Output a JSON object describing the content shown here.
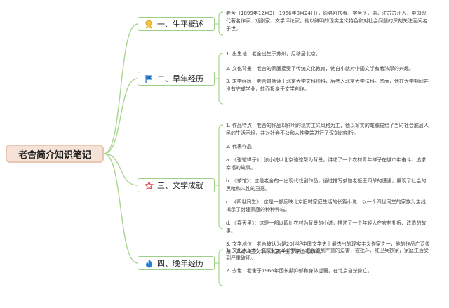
{
  "root": {
    "label": "老舍简介知识笔记"
  },
  "colors": {
    "branch": "#a8d590",
    "root_bg": "#f6e3d8",
    "root_border": "#e8c6b2"
  },
  "topics": [
    {
      "icon": "medal-icon",
      "label": "一、生平概述",
      "leaves": [
        "老舍（1899年12月3日-1966年8月24日），原名舒庆春，字舍予，男，江苏苏州人，中国现代著名作家、戏剧家、文学评论家。他以鲜明的现实主义特色和对社会问题的深刻关注而闻名于世。"
      ]
    },
    {
      "icon": "flag-icon",
      "label": "二、早年经历",
      "leaves": [
        "1. 出生地：老舍出生于苏州，后移居北京。",
        "2. 文化背景：老舍的家庭接受了传统文化教育，他自小就对中国文学有着浓厚的兴趣。",
        "3. 求学经历：老舍曾就读于北京大学文科预科，后考入北京大学法科。然而，他在大学期间并没有完成学业，转而投身于文学创作。"
      ]
    },
    {
      "icon": "star-icon",
      "label": "三、文学成就",
      "leaves": [
        "1. 作品特点：老舍的作品以鲜明的现实主义风格为主，他以写实的笔触描绘了当时社会底层人民的生活困境，并对社会不公和人性弊端进行了深刻的剖析。",
        "2. 代表作品：",
        "a. 《骆驼祥子》：该小说以北京骆驼帮为背景，讲述了一个农村青年祥子在城市中奋斗、追求幸福的故事。",
        "b. 《茶馆》：这是老舍的一出现代戏剧作品，通过描写茶馆老板王四爷的遭遇，展现了社会的黑暗和人性的丑恶。",
        "c. 《四世同堂》：这是一部反映北京旧时家庭生活的长篇小说，以一个四世同堂的家族为主线，揭示了封建家庭的种种弊端。",
        "d. 《春天里》：这是一部以四川农村为背景的小说，描述了一个年轻人在农村扎根、改造的故事。",
        "3. 文学地位：老舍被认为是20世纪中国文学史上最杰出的现实主义作家之一，他的作品广泛传播，并对中国文学的发展产生了深远的影响。"
      ]
    },
    {
      "icon": "flame-icon",
      "label": "四、晚年经历",
      "leaves": [
        "1. 文化大革命：在文化大革命期间，老舍遭到严重的迫害，被批斗、红卫兵抄家，家庭生活受到严重破坏。",
        "2. 去世：老舍于1966年因长期抑郁和身体虚弱，在北京自杀身亡。"
      ]
    }
  ]
}
